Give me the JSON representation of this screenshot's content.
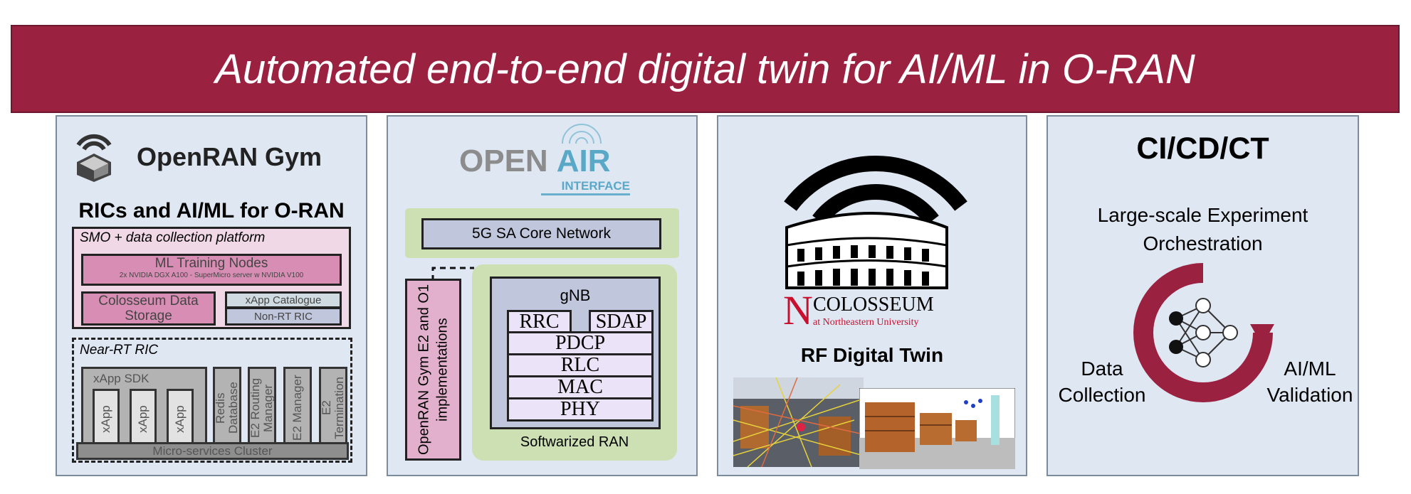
{
  "title": "Automated end-to-end digital twin for AI/ML in O-RAN",
  "p1": {
    "logo": "OpenRAN Gym",
    "heading": "RICs and AI/ML for O-RAN",
    "smo": "SMO + data collection platform",
    "ml": "ML Training Nodes",
    "ml_sub": "2x NVIDIA DGX A100 - SuperMicro server w NVIDIA V100",
    "storage": "Colosseum Data Storage",
    "catalogue": "xApp Catalogue",
    "nonrt": "Non-RT RIC",
    "nearrt": "Near-RT RIC",
    "sdk": "xApp SDK",
    "xapps": [
      "xApp",
      "xApp",
      "xApp"
    ],
    "services": [
      "Redis Database",
      "E2 Routing Manager",
      "E2 Manager",
      "E2 Termination"
    ],
    "cluster": "Micro-services Cluster"
  },
  "p2": {
    "logo_open": "OPEN",
    "logo_air": "AIR",
    "logo_interface": "INTERFACE",
    "core": "5G SA Core Network",
    "gym": "OpenRAN Gym E2 and O1 implementations",
    "gnb": "gNB",
    "layers_top": [
      "RRC",
      "SDAP"
    ],
    "layers": [
      "PDCP",
      "RLC",
      "MAC",
      "PHY"
    ],
    "ran": "Softwarized RAN"
  },
  "p3": {
    "logo_n": "N",
    "logo_name": "COLOSSEUM",
    "logo_sub": "at Northeastern University",
    "heading": "RF Digital Twin"
  },
  "p4": {
    "heading": "CI/CD/CT",
    "sub1": "Large-scale Experiment",
    "sub2": "Orchestration",
    "left1": "Data",
    "left2": "Collection",
    "right1": "AI/ML",
    "right2": "Validation"
  },
  "colors": {
    "brand": "#9b2140",
    "panel": "#dfe7f3",
    "pink": "#d88eb4",
    "green": "#cde0b4",
    "lavender": "#c0c6dc"
  }
}
